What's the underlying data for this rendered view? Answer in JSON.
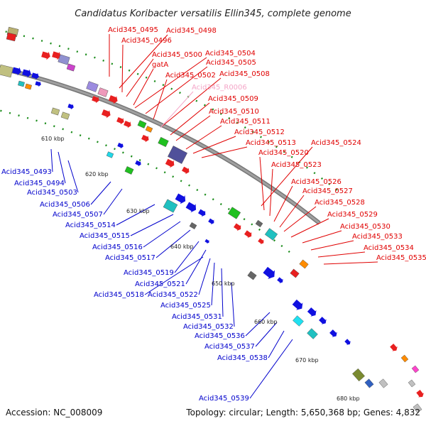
{
  "title": "Candidatus Koribacter versatilis Ellin345, complete genome",
  "footer": {
    "accession": "Accession: NC_008009",
    "summary": "Topology: circular; Length: 5,650,368 bp; Genes: 4,832"
  },
  "colors": {
    "forward_label": "#e00000",
    "reverse_label": "#0000cc",
    "rna_label": "#f4a6c8",
    "backbone": "#a0a0a0",
    "track_dots": "#1a8c1a"
  },
  "kbp_ticks": [
    "610 kbp",
    "620 kbp",
    "630 kbp",
    "640 kbp",
    "650 kbp",
    "660 kbp",
    "670 kbp",
    "680 kbp"
  ],
  "forward_labels": [
    "Acid345_0495",
    "Acid345_0498",
    "Acid345_0496",
    "Acid345_0500",
    "Acid345_0504",
    "gatA",
    "Acid345_0505",
    "Acid345_0502",
    "Acid345_0508",
    "Acid345_R0006",
    "Acid345_0509",
    "Acid345_0510",
    "Acid345_0511",
    "Acid345_0512",
    "Acid345_0513",
    "Acid345_0524",
    "Acid345_0520",
    "Acid345_0523",
    "Acid345_0526",
    "Acid345_0527",
    "Acid345_0528",
    "Acid345_0529",
    "Acid345_0530",
    "Acid345_0533",
    "Acid345_0534",
    "Acid345_0535"
  ],
  "reverse_labels": [
    "Acid345_0493",
    "Acid345_0494",
    "Acid345_0503",
    "Acid345_0506",
    "Acid345_0507",
    "Acid345_0514",
    "Acid345_0515",
    "Acid345_0516",
    "Acid345_0517",
    "Acid345_0519",
    "Acid345_0521",
    "Acid345_0518",
    "Acid345_0522",
    "Acid345_0525",
    "Acid345_0531",
    "Acid345_0532",
    "Acid345_0536",
    "Acid345_0537",
    "Acid345_0538",
    "Acid345_0539"
  ]
}
